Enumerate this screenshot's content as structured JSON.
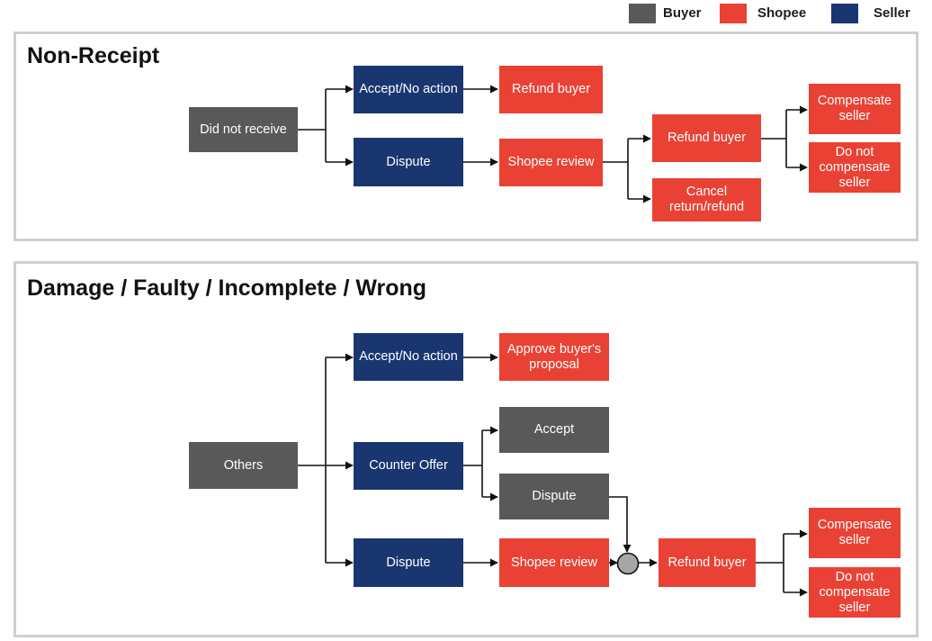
{
  "legend": {
    "buyer_label": "Buyer",
    "shopee_label": "Shopee",
    "seller_label": "Seller",
    "buyer_color": "#595959",
    "shopee_color": "#e94235",
    "seller_color": "#1a3670"
  },
  "non_receipt": {
    "title": "Non-Receipt",
    "did_not_receive": "Did not receive",
    "accept_no_action": "Accept/No action",
    "refund_buyer_1": "Refund buyer",
    "dispute": "Dispute",
    "shopee_review": "Shopee review",
    "refund_buyer_2": "Refund buyer",
    "cancel_line1": "Cancel",
    "cancel_line2": "return/refund",
    "compensate_line1": "Compensate",
    "compensate_line2": "seller",
    "do_not_line1": "Do not",
    "do_not_line2": "compensate",
    "do_not_line3": "seller"
  },
  "damage": {
    "title": "Damage / Faulty / Incomplete / Wrong",
    "others": "Others",
    "accept_no_action": "Accept/No action",
    "approve_line1": "Approve buyer's",
    "approve_line2": "proposal",
    "counter_offer": "Counter Offer",
    "accept": "Accept",
    "buyer_dispute": "Dispute",
    "dispute": "Dispute",
    "shopee_review": "Shopee review",
    "refund_buyer": "Refund buyer",
    "compensate_line1": "Compensate",
    "compensate_line2": "seller",
    "do_not_line1": "Do not",
    "do_not_line2": "compensate",
    "do_not_line3": "seller"
  }
}
